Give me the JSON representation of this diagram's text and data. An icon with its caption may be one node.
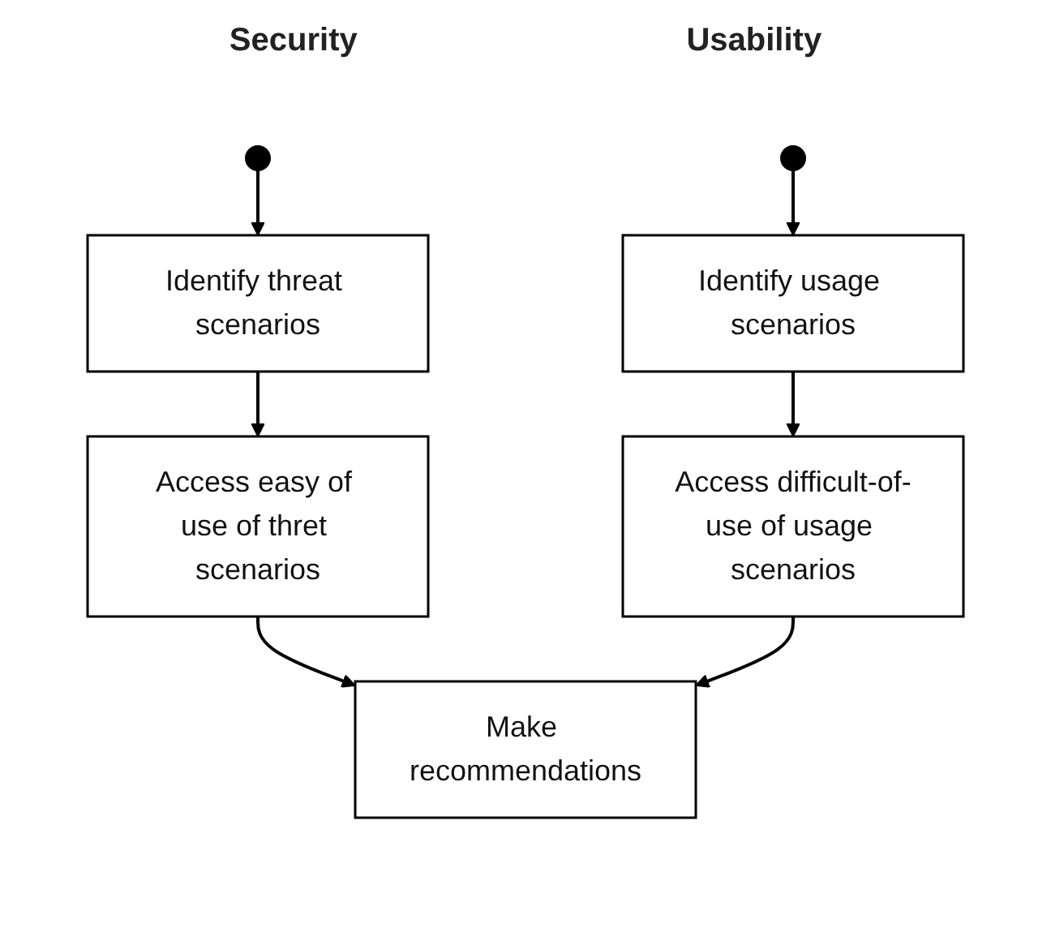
{
  "diagram": {
    "nodes": [
      {
        "text": [],
        "shape": "circle"
      },
      {
        "text": [],
        "shape": "circle"
      },
      {
        "text": [
          "Identify threat scenarios"
        ]
      },
      {
        "text": [
          "Identify usage scenarios"
        ]
      },
      {
        "text": [
          "Access easy of use of thret scenarios"
        ]
      },
      {
        "text": [
          "Access difficult-of-use of usage scenarios"
        ]
      },
      {
        "text": [
          "Make recommendations"
        ]
      }
    ],
    "edges": [
      {
        "from": 0,
        "to": 2,
        "arrow": "to"
      },
      {
        "from": 1,
        "to": 3,
        "arrow": "to"
      },
      {
        "from": 2,
        "to": 4,
        "arrow": "to"
      },
      {
        "from": 3,
        "to": 5,
        "arrow": "to"
      },
      {
        "from": 4,
        "to": 6,
        "arrow": "to"
      },
      {
        "from": 5,
        "to": 6,
        "arrow": "to"
      }
    ],
    "labels": [
      "Security",
      "Usability"
    ]
  }
}
